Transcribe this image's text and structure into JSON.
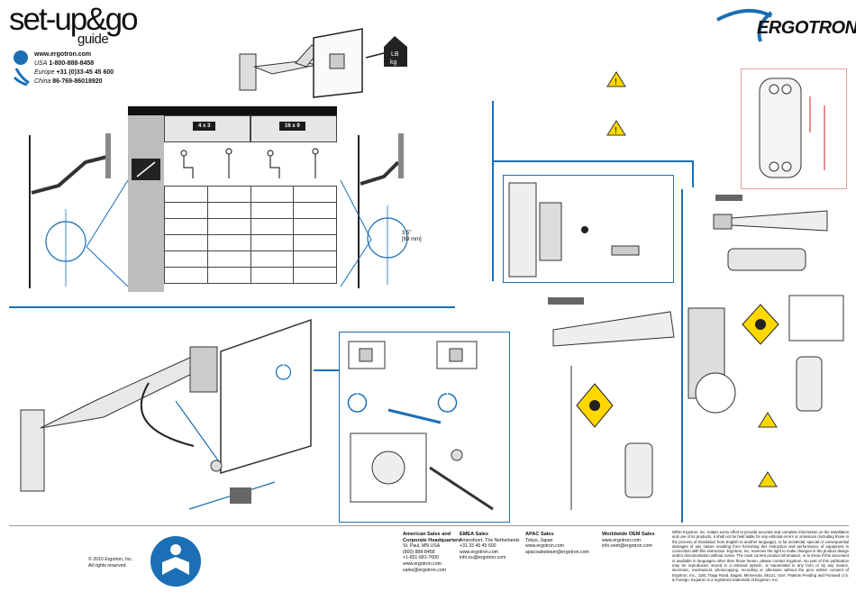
{
  "header": {
    "title": "set-up&go",
    "subtitle": "guide",
    "web": "www.ergotron.com",
    "usa_label": "USA",
    "usa_phone": "1-800-888-8458",
    "europe_label": "Europe",
    "europe_phone": "+31 (0)33-45 45 600",
    "china_label": "China",
    "china_phone": "86-769-86018920",
    "weight_label": "LB kg"
  },
  "brand": {
    "logo_text": "ERGOTRON",
    "accent": "#1a6fb5"
  },
  "size_table": {
    "col_groups": [
      "4 x 3",
      "16 x 9"
    ],
    "rows": 6
  },
  "measure": {
    "offset": "3.5\"",
    "offset_mm": "[89 mm]"
  },
  "footer": {
    "copyright": "© 2010 Ergotron, Inc.",
    "rights": "All rights reserved.",
    "americas_title": "American Sales and Corporate Headquarters",
    "americas_lines": [
      "St. Paul, MN USA",
      "(800) 888-8458",
      "+1-651-681-7600",
      "www.ergotron.com",
      "sales@ergotron.com"
    ],
    "emea_title": "EMEA Sales",
    "emea_lines": [
      "Amersfoort, The Netherlands",
      "+31 33 45 45 600",
      "www.ergotron.com",
      "info.eu@ergotron.com"
    ],
    "apac_title": "APAC Sales",
    "apac_lines": [
      "Tokyo, Japan",
      "www.ergotron.com",
      "apacsalesteam@ergotron.com"
    ],
    "oem_title": "Worldwide OEM Sales",
    "oem_lines": [
      "www.ergotron.com",
      "info.oem@ergotron.com"
    ],
    "legal": "While Ergotron, Inc. makes every effort to provide accurate and complete information on the installation and use of its products, it shall not be held liable for any editorial errors or omissions (including those in the process of translation from English to another language), or for incidental, special or consequential damages of any nature resulting from furnishing this instruction and performance of equipment in connection with this instruction. Ergotron, Inc. reserves the right to make changes in the product design and/or documentation without notice. The most current product information, or to know if this document is available in languages other than those herein, please contact Ergotron. No part of this publication may be reproduced, stored in a retrieval system, or transmitted in any form or by any means, electronic, mechanical, photocopying, recording or otherwise without the prior written consent of Ergotron, Inc., 1181 Trapp Road, Eagan, Minnesota, 55121, USA. Patents Pending and Pursued U.S. & Foreign. Ergotron is a registered trademark of Ergotron, Inc."
  }
}
